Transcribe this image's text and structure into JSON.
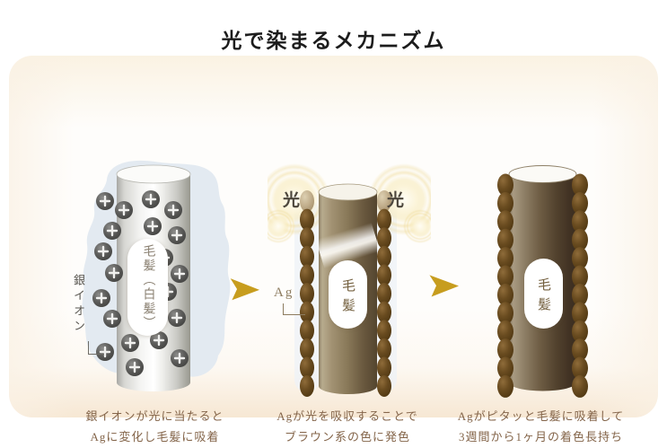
{
  "page": {
    "title": "光で染まるメカニズム"
  },
  "diagram": {
    "stages": [
      {
        "hair_label": "毛髪（白髪）",
        "ion_label": "銀イオン",
        "caption_line1": "銀イオンが光に当たると",
        "caption_line2": "Agに変化し毛髪に吸着"
      },
      {
        "hair_label": "毛髪",
        "light_label_left": "光",
        "light_label_right": "光",
        "ag_label": "Ag",
        "caption_line1": "Agが光を吸収することで",
        "caption_line2": "ブラウン系の色に発色"
      },
      {
        "hair_label": "毛髪",
        "caption_line1": "Agがピタッと毛髪に吸着して",
        "caption_line2": "3週間から1ヶ月の着色長持ち"
      }
    ],
    "colors": {
      "card_top": "#faf1e0",
      "card_bottom": "#f7e7d3",
      "arrow": "#c79d1e",
      "caption_text": "#84654a",
      "title_text": "#1c1c1c"
    },
    "icons": {
      "silver_ion": "silver-ion-plus-icon",
      "light_glow": "light-glow-icon",
      "arrow": "arrow-right-icon",
      "ag_particle": "ag-particle-icon"
    }
  }
}
